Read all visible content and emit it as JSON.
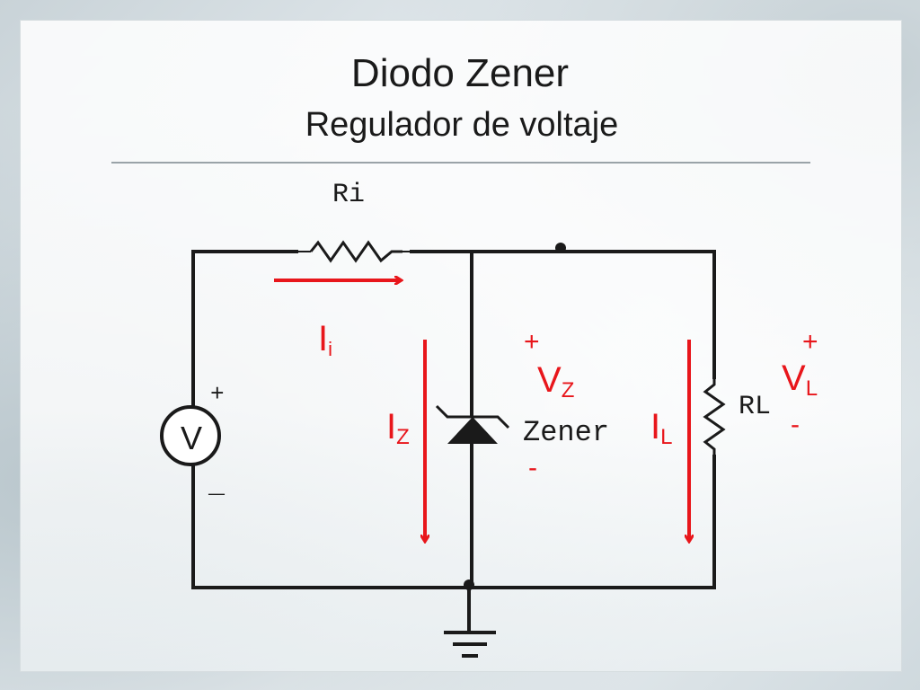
{
  "slide": {
    "title": "Diodo Zener",
    "subtitle": "Regulador de voltaje"
  },
  "circuit": {
    "source_label": "V",
    "source_plus": "+",
    "source_minus": "_",
    "resistor_label": "Ri",
    "zener_label": "Zener",
    "load_label": "RL",
    "current_input": {
      "main": "I",
      "sub": "i"
    },
    "current_zener": {
      "main": "I",
      "sub": "Z"
    },
    "current_load": {
      "main": "I",
      "sub": "L"
    },
    "voltage_zener": {
      "main": "V",
      "sub": "Z",
      "plus": "+",
      "minus": "-"
    },
    "voltage_load": {
      "main": "V",
      "sub": "L",
      "plus": "+",
      "minus": "-"
    }
  },
  "colors": {
    "wire": "#1a1a1a",
    "annotation": "#e8161b"
  }
}
